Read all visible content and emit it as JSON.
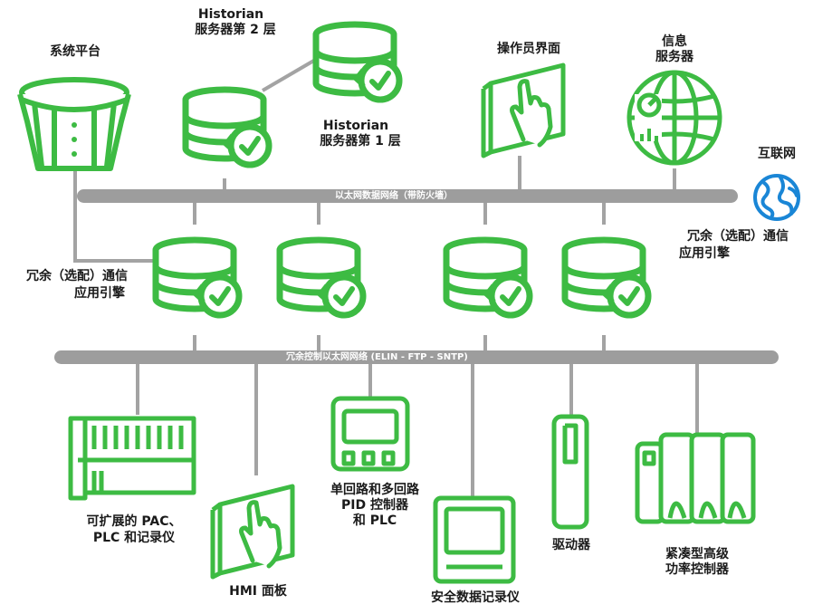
{
  "colors": {
    "green": "#3dbb43",
    "gray": "#a3a3a3",
    "bus": "#9d9d9d",
    "blue": "#1a86d6",
    "text": "#1a1a1a"
  },
  "labels": {
    "system_platform": "系统平台",
    "historian_l2_line1": "Historian",
    "historian_l2_line2": "服务器第 2 层",
    "historian_l1_line1": "Historian",
    "historian_l1_line2": "服务器第 1 层",
    "operator_ui": "操作员界面",
    "info_server_line1": "信息",
    "info_server_line2": "服务器",
    "internet": "互联网",
    "redundant_right_line1": "冗余（选配）通信",
    "redundant_right_line2": "应用引擎",
    "redundant_left_line1": "冗余（选配）通信",
    "redundant_left_line2": "应用引擎",
    "pac_line1": "可扩展的 PAC、",
    "pac_line2": "PLC 和记录仪",
    "hmi": "HMI 面板",
    "pid_line1": "单回路和多回路",
    "pid_line2": "PID 控制器",
    "pid_line3": "和 PLC",
    "safety_recorder": "安全数据记录仪",
    "drive": "驱动器",
    "power_ctrl_line1": "紧凑型高级",
    "power_ctrl_line2": "功率控制器"
  },
  "networks": {
    "ethernet_firewall": "以太网数据网络（带防火墙）",
    "redundant_control": "冗余控制以太网网络 (ELIN - FTP - SNTP)"
  },
  "icons": [
    "system-platform-icon",
    "historian-server-icon",
    "tablet-hand-icon",
    "information-server-icon",
    "globe-icon",
    "app-engine-server-icon",
    "pac-rack-icon",
    "pid-controller-icon",
    "safety-recorder-icon",
    "drive-icon",
    "power-controller-icon"
  ]
}
